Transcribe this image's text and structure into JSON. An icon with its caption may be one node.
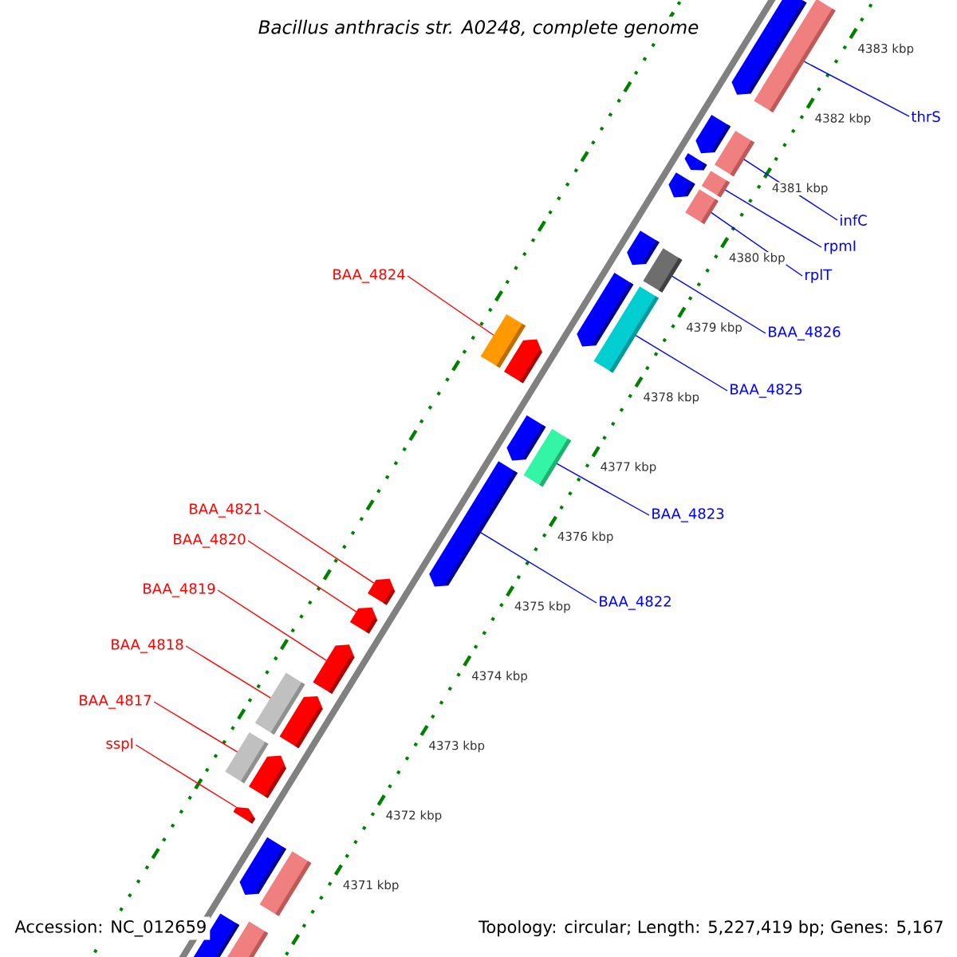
{
  "diagram": {
    "title": "Bacillus anthracis str. A0248, complete genome",
    "nodes": [
      {
        "text": [],
        "shape": "pentagon"
      },
      {
        "text": [],
        "shape": "box"
      },
      {
        "text": [],
        "shape": "pentagon"
      },
      {
        "text": [],
        "shape": "box"
      },
      {
        "text": [],
        "shape": "pentagon"
      },
      {
        "text": [],
        "shape": "box"
      },
      {
        "text": [],
        "shape": "pentagon"
      },
      {
        "text": [],
        "shape": "box"
      },
      {
        "text": [],
        "shape": "pentagon"
      },
      {
        "text": [],
        "shape": "box"
      },
      {
        "text": [],
        "shape": "pentagon"
      },
      {
        "text": [],
        "shape": "box"
      },
      {
        "text": [],
        "shape": "box"
      },
      {
        "text": [],
        "shape": "pentagon"
      },
      {
        "text": [],
        "shape": "pentagon"
      },
      {
        "text": [],
        "shape": "box"
      },
      {
        "text": [],
        "shape": "pentagon"
      },
      {
        "text": [],
        "shape": "pentagon"
      },
      {
        "text": [],
        "shape": "pentagon"
      },
      {
        "text": [],
        "shape": "pentagon"
      },
      {
        "text": [],
        "shape": "box"
      },
      {
        "text": [],
        "shape": "pentagon"
      },
      {
        "text": [],
        "shape": "box"
      },
      {
        "text": [],
        "shape": "pentagon"
      },
      {
        "text": [],
        "shape": "pentagon"
      },
      {
        "text": [],
        "shape": "pentagon"
      },
      {
        "text": [],
        "shape": "box"
      },
      {
        "text": [],
        "shape": "pentagon"
      },
      {
        "text": [],
        "shape": "box"
      },
      {
        "text": [
          "thrS"
        ]
      },
      {
        "text": [
          "infC"
        ]
      },
      {
        "text": [
          "rpmI"
        ]
      },
      {
        "text": [
          "BAA_4824"
        ]
      },
      {
        "text": [
          "rplT"
        ]
      },
      {
        "text": [
          "BAA_4826"
        ]
      },
      {
        "text": [
          "BAA_4825"
        ]
      },
      {
        "text": [
          "BAA_4821"
        ]
      },
      {
        "text": [
          "BAA_4823"
        ]
      },
      {
        "text": [
          "BAA_4820"
        ]
      },
      {
        "text": [
          "BAA_4819"
        ]
      },
      {
        "text": [
          "BAA_4822"
        ]
      },
      {
        "text": [
          "BAA_4818"
        ]
      },
      {
        "text": [
          "BAA_4817"
        ]
      },
      {
        "text": [
          "sspI"
        ]
      }
    ],
    "edges": [
      {
        "from": 29,
        "to": 1,
        "arrow": "none"
      },
      {
        "from": 30,
        "to": 3,
        "arrow": "none"
      },
      {
        "from": 31,
        "to": 5,
        "arrow": "none"
      },
      {
        "from": 32,
        "to": 12,
        "arrow": "none",
        "color": "#ff0000"
      },
      {
        "from": 33,
        "to": 7,
        "arrow": "none"
      },
      {
        "from": 34,
        "to": 9,
        "arrow": "none"
      },
      {
        "from": 35,
        "to": 11,
        "arrow": "none"
      },
      {
        "from": 36,
        "to": 17,
        "arrow": "none",
        "color": "#ff0000"
      },
      {
        "from": 37,
        "to": 15,
        "arrow": "none"
      },
      {
        "from": 38,
        "to": 18,
        "arrow": "none",
        "color": "#ff0000"
      },
      {
        "from": 39,
        "to": 19,
        "arrow": "none",
        "color": "#ff0000"
      },
      {
        "from": 40,
        "to": 16,
        "arrow": "none"
      },
      {
        "from": 41,
        "to": 20,
        "arrow": "none",
        "color": "#ff0000"
      },
      {
        "from": 42,
        "to": 22,
        "arrow": "none",
        "color": "#ff0000"
      },
      {
        "from": 43,
        "to": 24,
        "arrow": "none",
        "color": "#ff0000"
      }
    ],
    "labels": [
      "4383 kbp",
      "4382 kbp",
      "4381 kbp",
      "4380 kbp",
      "4379 kbp",
      "4378 kbp",
      "4377 kbp",
      "4376 kbp",
      "4375 kbp",
      "4374 kbp",
      "4373 kbp",
      "4372 kbp",
      "4371 kbp",
      "Accession: NC_012659",
      "Topology: circular; Length: 5,227,419 bp; Genes: 5,167"
    ]
  }
}
